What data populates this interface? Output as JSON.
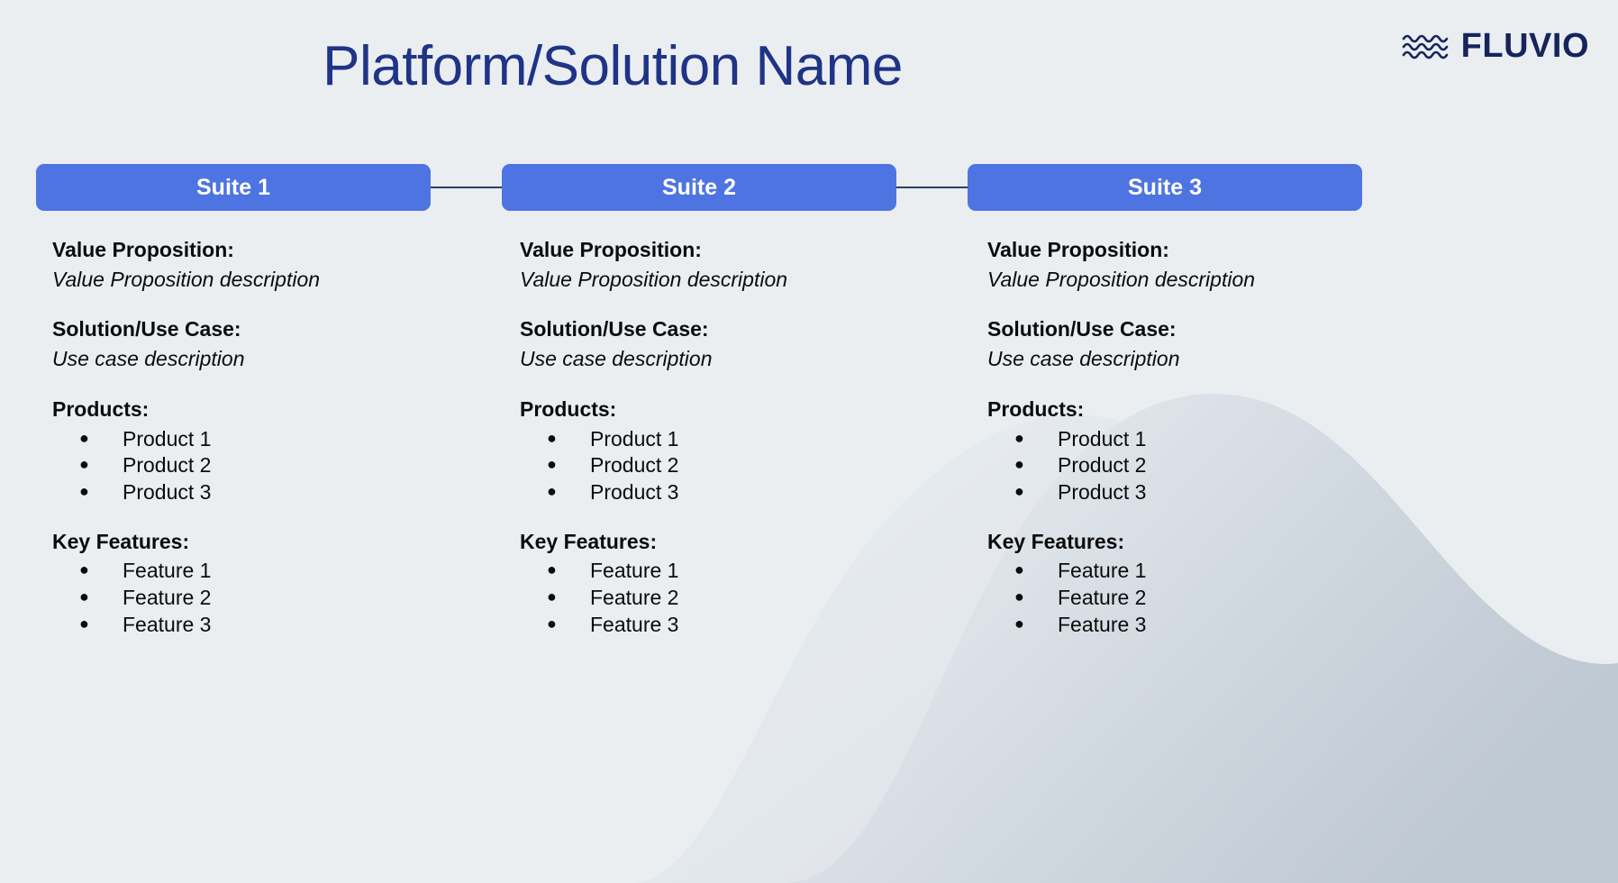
{
  "slide": {
    "title": "Platform/Solution Name",
    "background_color": "#eaeef1",
    "accent_color": "#4e74e2",
    "title_color": "#1f3387",
    "connector_color": "#2c3f67"
  },
  "logo": {
    "wordmark": "FLUVIO",
    "mark_icon": "waves-icon",
    "color": "#16245c"
  },
  "header": {
    "suites": [
      {
        "label": "Suite 1"
      },
      {
        "label": "Suite 2"
      },
      {
        "label": "Suite 3"
      }
    ],
    "connectors": 2
  },
  "columns": [
    {
      "blocks": [
        {
          "heading": "Value Proposition:",
          "description": "Value Proposition description"
        },
        {
          "heading": "Solution/Use Case:",
          "description": "Use case description"
        },
        {
          "heading": "Products:",
          "items": [
            "Product 1",
            "Product 2",
            "Product 3"
          ]
        },
        {
          "heading": "Key Features:",
          "items": [
            "Feature 1",
            "Feature 2",
            "Feature 3"
          ]
        }
      ]
    },
    {
      "blocks": [
        {
          "heading": "Value Proposition:",
          "description": "Value Proposition description"
        },
        {
          "heading": "Solution/Use Case:",
          "description": "Use case description"
        },
        {
          "heading": "Products:",
          "items": [
            "Product 1",
            "Product 2",
            "Product 3"
          ]
        },
        {
          "heading": "Key Features:",
          "items": [
            "Feature 1",
            "Feature 2",
            "Feature 3"
          ]
        }
      ]
    },
    {
      "blocks": [
        {
          "heading": "Value Proposition:",
          "description": "Value Proposition description"
        },
        {
          "heading": "Solution/Use Case:",
          "description": "Use case description"
        },
        {
          "heading": "Products:",
          "items": [
            "Product 1",
            "Product 2",
            "Product 3"
          ]
        },
        {
          "heading": "Key Features:",
          "items": [
            "Feature 1",
            "Feature 2",
            "Feature 3"
          ]
        }
      ]
    }
  ],
  "decoration": {
    "wave_shape": "hill-wave",
    "wave_color_light": "#dfe5ea",
    "wave_color_dark": "#c2cbd4"
  }
}
